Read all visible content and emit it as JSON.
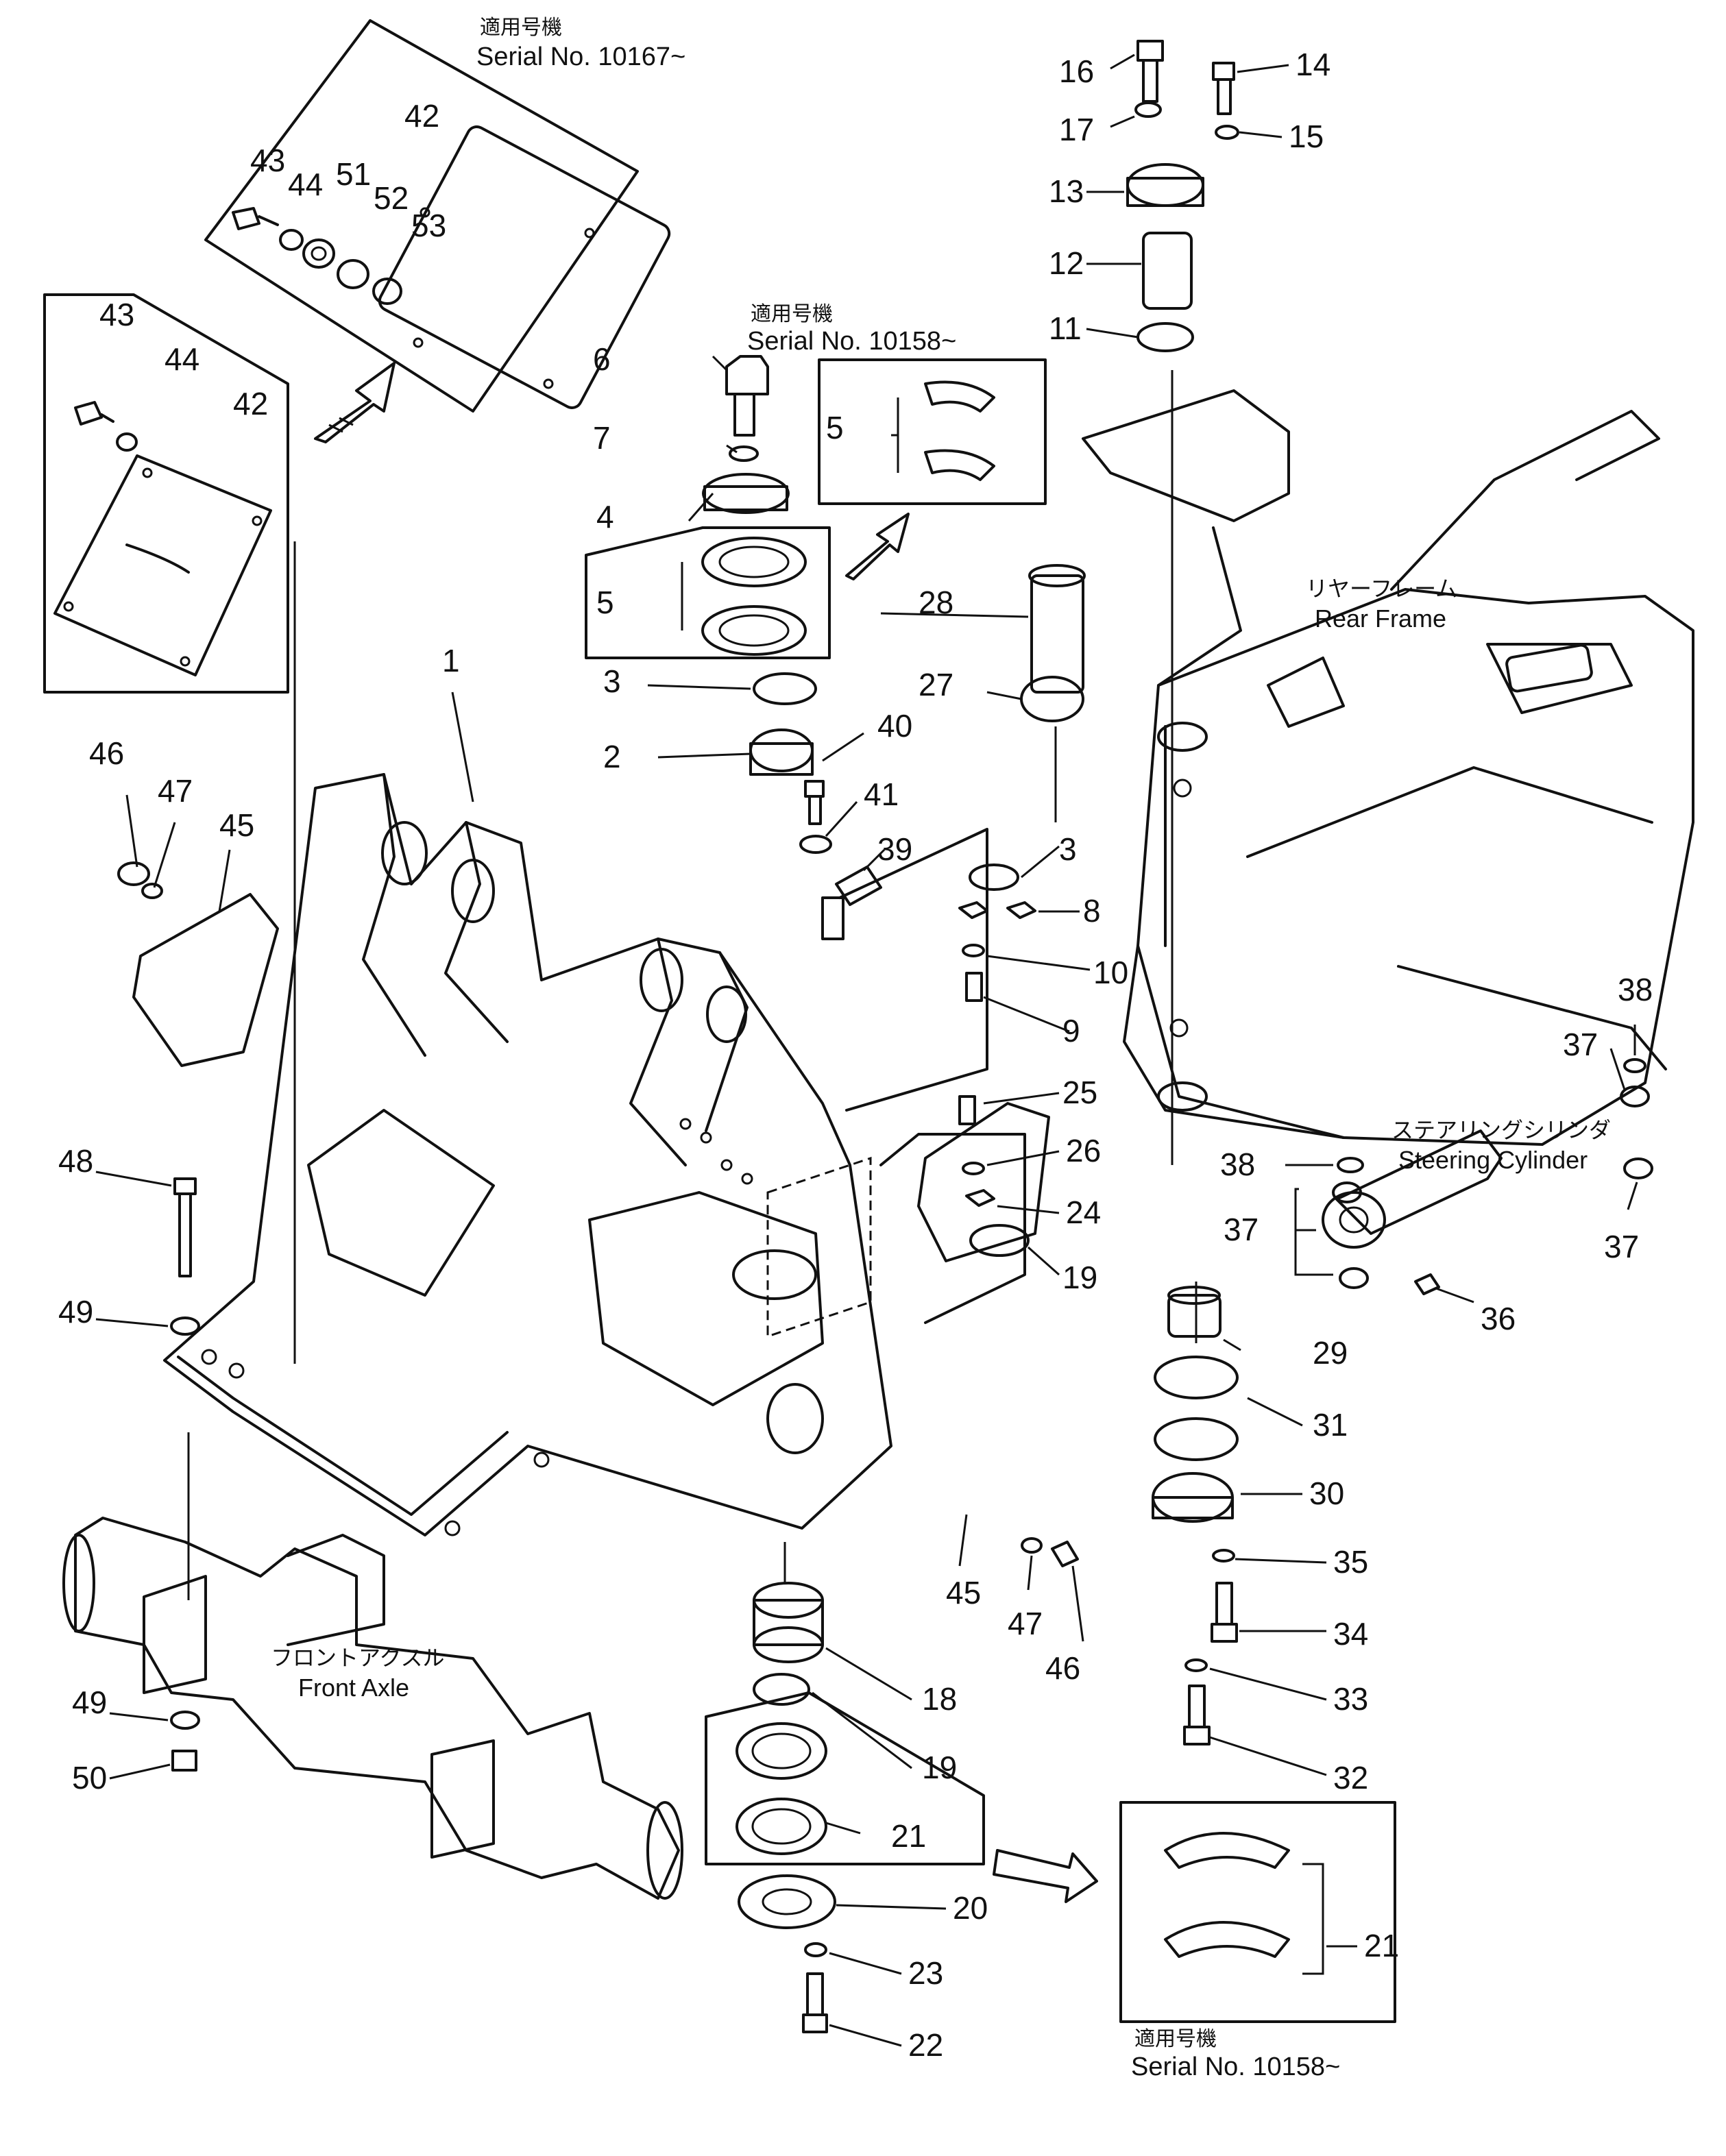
{
  "serial_notes": {
    "top": {
      "jp": "適用号機",
      "en": "Serial No. 10167~"
    },
    "middle": {
      "jp": "適用号機",
      "en": "Serial No. 10158~"
    },
    "bottom": {
      "jp": "適用号機",
      "en": "Serial No. 10158~"
    }
  },
  "component_labels": {
    "rear_frame_jp": "リヤーフレーム",
    "rear_frame_en": "Rear Frame",
    "steering_cylinder_jp": "ステアリングシリンダ",
    "steering_cylinder_en": "Steering Cylinder",
    "front_axle_jp": "フロントアクスル",
    "front_axle_en": "Front Axle"
  },
  "callouts": [
    "1",
    "2",
    "3",
    "3",
    "4",
    "5",
    "5",
    "6",
    "7",
    "8",
    "9",
    "10",
    "11",
    "12",
    "13",
    "14",
    "15",
    "16",
    "17",
    "18",
    "19",
    "19",
    "20",
    "21",
    "21",
    "22",
    "23",
    "24",
    "25",
    "26",
    "27",
    "28",
    "29",
    "30",
    "31",
    "32",
    "33",
    "34",
    "35",
    "36",
    "37",
    "37",
    "37",
    "38",
    "38",
    "39",
    "40",
    "41",
    "42",
    "42",
    "43",
    "43",
    "44",
    "44",
    "45",
    "45",
    "46",
    "46",
    "47",
    "47",
    "48",
    "49",
    "49",
    "50",
    "51",
    "52",
    "53"
  ]
}
